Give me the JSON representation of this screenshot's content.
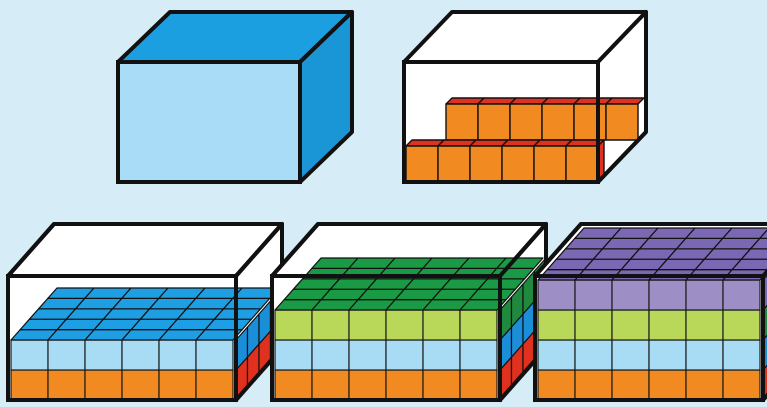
{
  "colors": {
    "background": "#d6ecf7",
    "outline": "#111111",
    "grid_line": "#1a1a1a",
    "box_empty_front": "#ffffff",
    "box_empty_top": "#ffffff",
    "box_solid_front": "#a9dcf6",
    "box_solid_top": "#1c9fe0",
    "box_solid_side": "#1a95d6",
    "layer_orange": "#f28a22",
    "layer_orange_side": "#e0301e",
    "layer_lightblue": "#a8dcf5",
    "layer_blue_top": "#1e9fe3",
    "layer_blue_side": "#1a8fd8",
    "layer_lime": "#b9d85a",
    "layer_green_top": "#1a9a44",
    "layer_green_side": "#1f8a3e",
    "layer_purple": "#9d8fc6",
    "layer_purple_top": "#7a68b3"
  },
  "diagram": {
    "boxes": [
      {
        "id": "box-1",
        "state": "empty solid box"
      },
      {
        "id": "box-2",
        "state": "one partial layer of unit cubes"
      },
      {
        "id": "box-3",
        "state": "two full layers"
      },
      {
        "id": "box-4",
        "state": "three full layers"
      },
      {
        "id": "box-5",
        "state": "four full layers"
      }
    ]
  }
}
